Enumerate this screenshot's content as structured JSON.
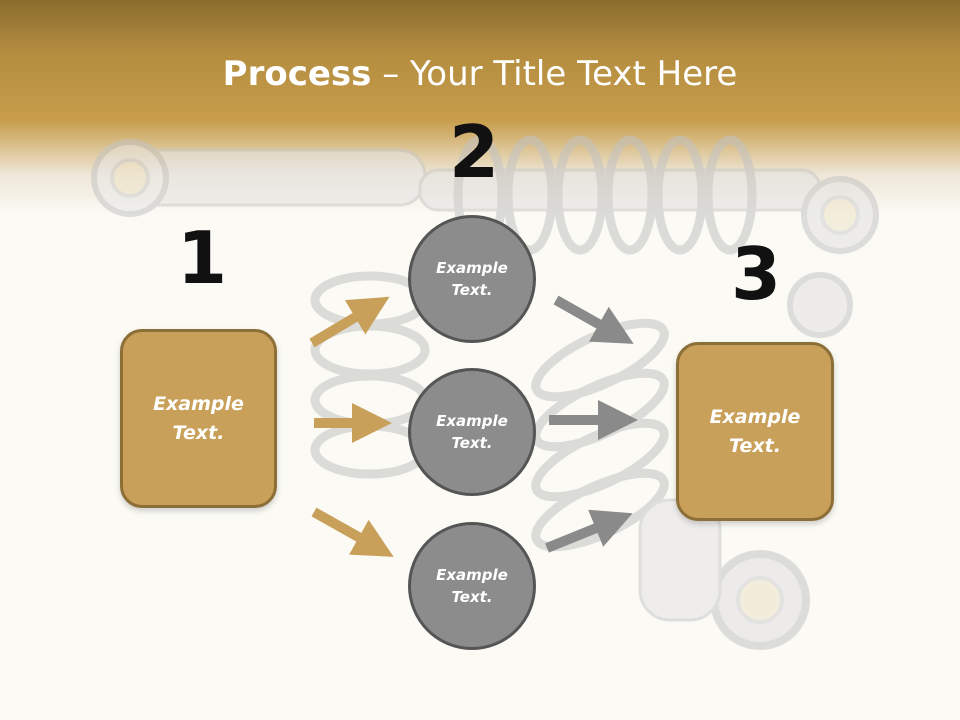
{
  "title": {
    "bold": "Process",
    "separator": " – ",
    "rest": "Your Title Text Here"
  },
  "steps": [
    {
      "number": "1",
      "label": "Example\nText."
    },
    {
      "number": "2",
      "label": "Example\nText."
    },
    {
      "number": "3",
      "label": "Example\nText."
    }
  ],
  "circles": [
    {
      "label": "Example\nText."
    },
    {
      "label": "Example\nText."
    },
    {
      "label": "Example\nText."
    }
  ],
  "colors": {
    "banner": "#c79d4b",
    "box_fill": "#c9a05a",
    "box_border": "#8c6e37",
    "circle_fill": "#8c8c8c",
    "circle_border": "#555555",
    "arrow_gold": "#c9a05a",
    "arrow_gray": "#8a8a8a"
  }
}
